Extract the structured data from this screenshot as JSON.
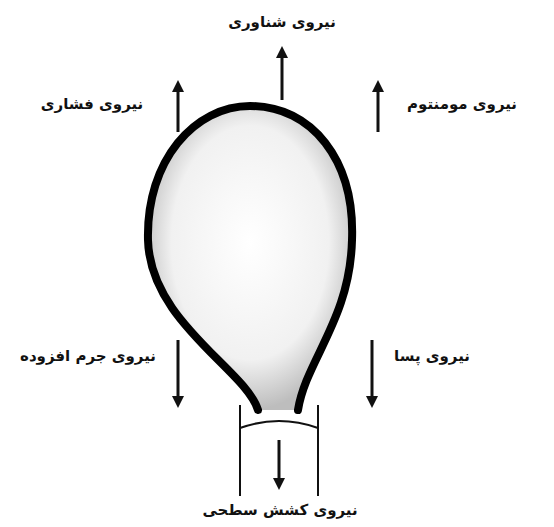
{
  "diagram": {
    "labels": [
      "نیروی شناوری",
      "نیروی فشاری",
      "نیروی مومنتوم",
      "نیروی جرم افزوده",
      "نیروی پسا",
      "نیروی کشش سطحی"
    ]
  }
}
